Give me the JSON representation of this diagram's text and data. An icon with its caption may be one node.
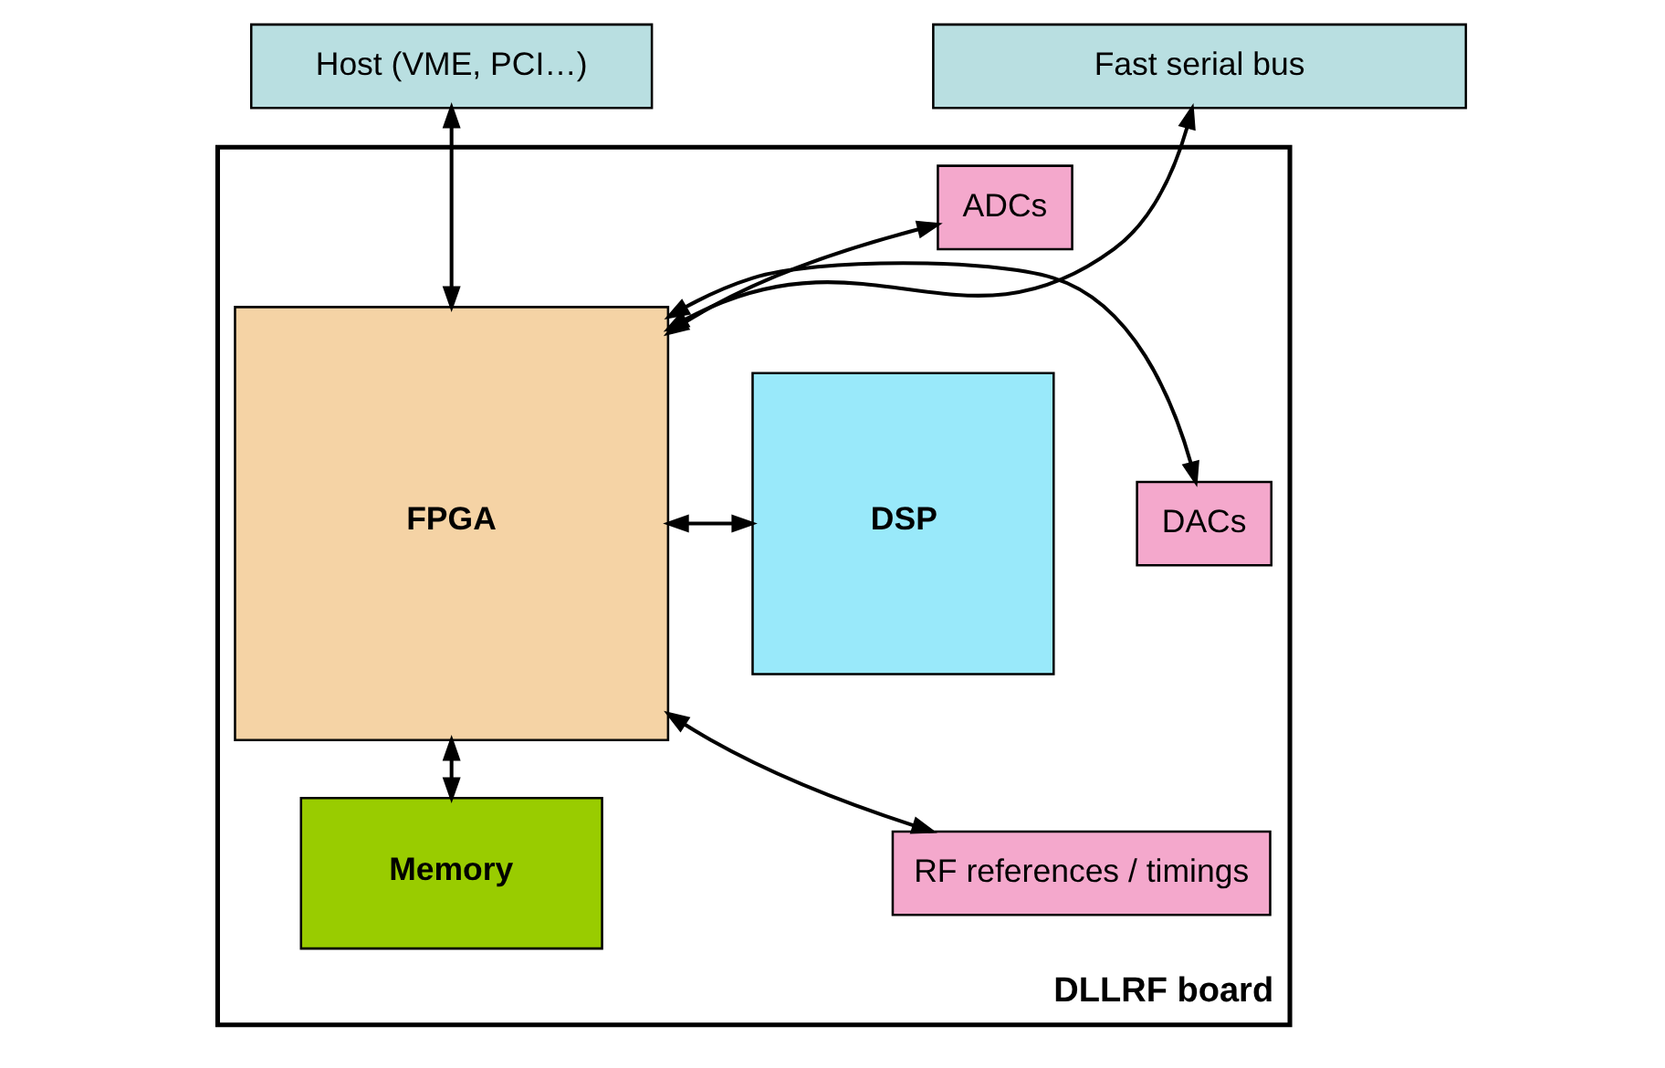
{
  "diagram": {
    "nodes": [
      {
        "text": [
          "Host (VME, PCI…)"
        ]
      },
      {
        "text": [
          "Fast serial bus"
        ]
      },
      {
        "text": [
          "DLLRF board"
        ]
      },
      {
        "text": [
          "ADCs"
        ],
        "in": 2
      },
      {
        "text": [
          "DACs"
        ],
        "in": 2
      },
      {
        "text": [
          "RF references / timings"
        ],
        "in": 2
      },
      {
        "text": [
          "FPGA"
        ],
        "in": 2
      },
      {
        "text": [
          "DSP"
        ],
        "in": 2
      },
      {
        "text": [
          "Memory"
        ],
        "in": 2
      }
    ],
    "edges": [
      {
        "from": 0,
        "to": 6,
        "arrow": "both"
      },
      {
        "from": 1,
        "to": 6,
        "arrow": "both"
      },
      {
        "from": 3,
        "to": 6,
        "arrow": "both"
      },
      {
        "from": 4,
        "to": 6,
        "arrow": "both"
      },
      {
        "from": 5,
        "to": 6,
        "arrow": "both"
      },
      {
        "from": 6,
        "to": 7,
        "arrow": "both"
      },
      {
        "from": 6,
        "to": 8,
        "arrow": "both"
      }
    ]
  }
}
